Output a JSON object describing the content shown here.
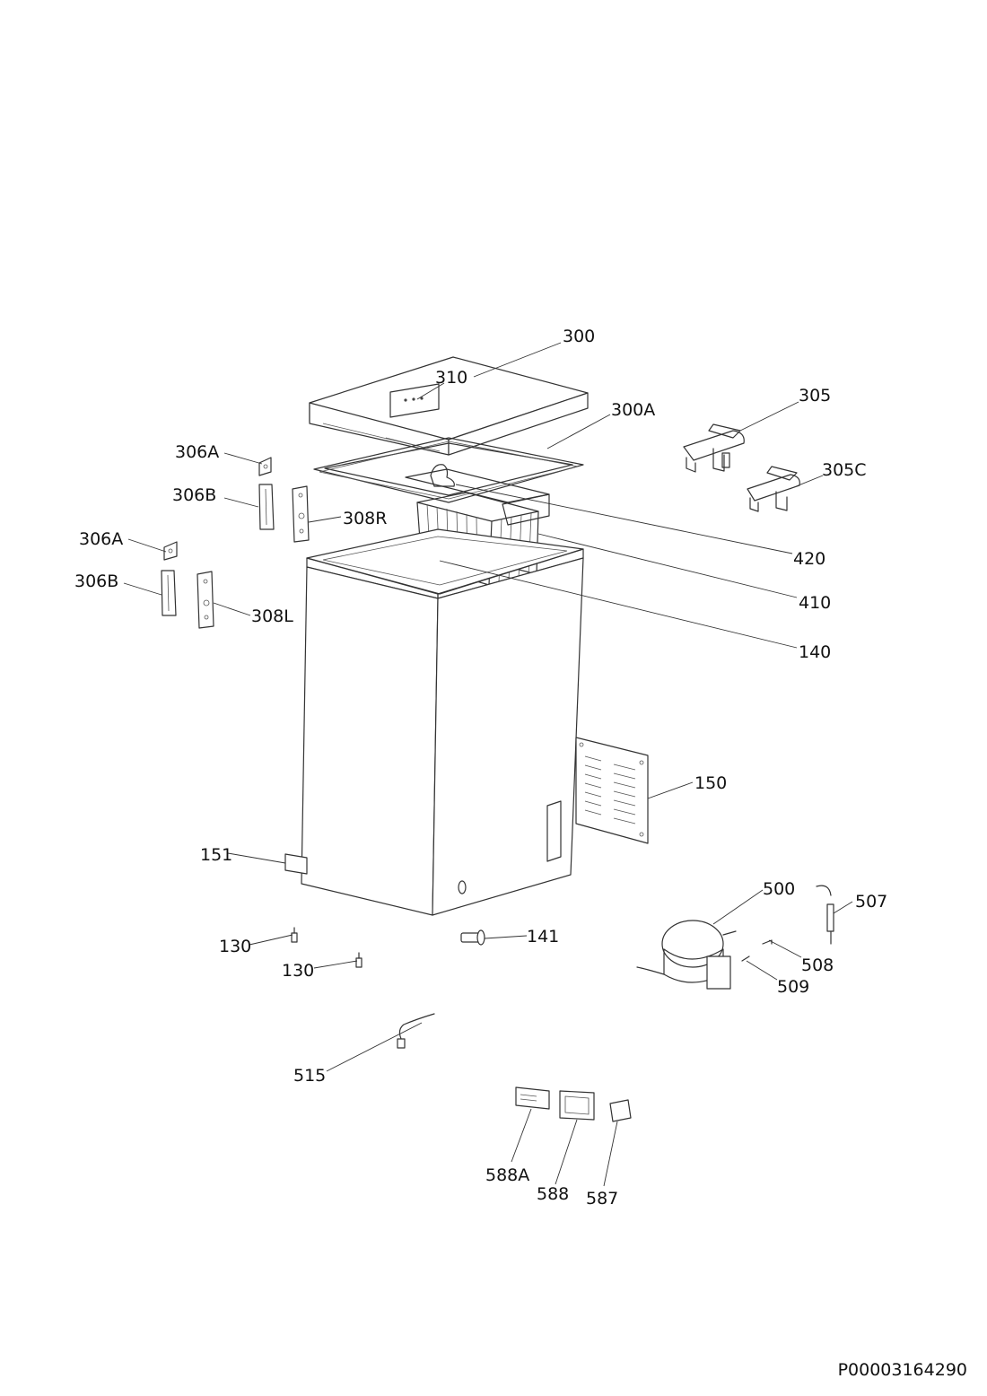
{
  "drawing_id": "P00003164290",
  "callouts": [
    {
      "id": "300"
    },
    {
      "id": "310"
    },
    {
      "id": "300A"
    },
    {
      "id": "305"
    },
    {
      "id": "305C"
    },
    {
      "id": "306A"
    },
    {
      "id": "306B"
    },
    {
      "id": "308R"
    },
    {
      "id": "306A"
    },
    {
      "id": "306B"
    },
    {
      "id": "308L"
    },
    {
      "id": "420"
    },
    {
      "id": "410"
    },
    {
      "id": "140"
    },
    {
      "id": "150"
    },
    {
      "id": "151"
    },
    {
      "id": "500"
    },
    {
      "id": "507"
    },
    {
      "id": "508"
    },
    {
      "id": "509"
    },
    {
      "id": "130"
    },
    {
      "id": "141"
    },
    {
      "id": "130"
    },
    {
      "id": "515"
    },
    {
      "id": "588A"
    },
    {
      "id": "588"
    },
    {
      "id": "587"
    }
  ]
}
